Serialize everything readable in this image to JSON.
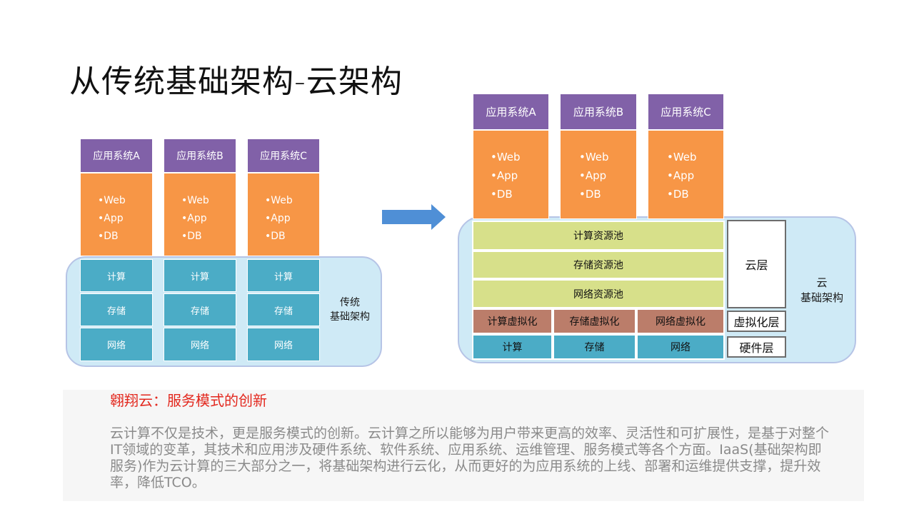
{
  "title": "从传统基础架构-云架构",
  "traditional": {
    "apps": [
      {
        "name": "应用系统A",
        "items": [
          "•Web",
          "•App",
          "•DB"
        ]
      },
      {
        "name": "应用系统B",
        "items": [
          "•Web",
          "•App",
          "•DB"
        ]
      },
      {
        "name": "应用系统C",
        "items": [
          "•Web",
          "•App",
          "•DB"
        ]
      }
    ],
    "rows": [
      "计算",
      "存储",
      "网络"
    ],
    "label_line1": "传统",
    "label_line2": "基础架构"
  },
  "cloud": {
    "apps": [
      {
        "name": "应用系统A",
        "items": [
          "•Web",
          "•App",
          "•DB"
        ]
      },
      {
        "name": "应用系统B",
        "items": [
          "•Web",
          "•App",
          "•DB"
        ]
      },
      {
        "name": "应用系统C",
        "items": [
          "•Web",
          "•App",
          "•DB"
        ]
      }
    ],
    "pools": [
      "计算资源池",
      "存储资源池",
      "网络资源池"
    ],
    "virtual": [
      "计算虚拟化",
      "存储虚拟化",
      "网络虚拟化"
    ],
    "hardware": [
      "计算",
      "存储",
      "网络"
    ],
    "layers": {
      "cloud": "云层",
      "virtualization": "虚拟化层",
      "hardware": "硬件层"
    },
    "label_line1": "云",
    "label_line2": "基础架构"
  },
  "arrow_color": "#4f8fd6",
  "subtitle": "翱翔云：服务模式的创新",
  "paragraph": "云计算不仅是技术，更是服务模式的创新。云计算之所以能够为用户带来更高的效率、灵活性和可扩展性，是基于对整个IT领域的变革，其技术和应用涉及硬件系统、软件系统、应用系统、运维管理、服务模式等各个方面。IaaS(基础架构即服务)作为云计算的三大部分之一，将基础架构进行云化，从而更好的为应用系统的上线、部署和运维提供支撑，提升效率，降低TCO。"
}
